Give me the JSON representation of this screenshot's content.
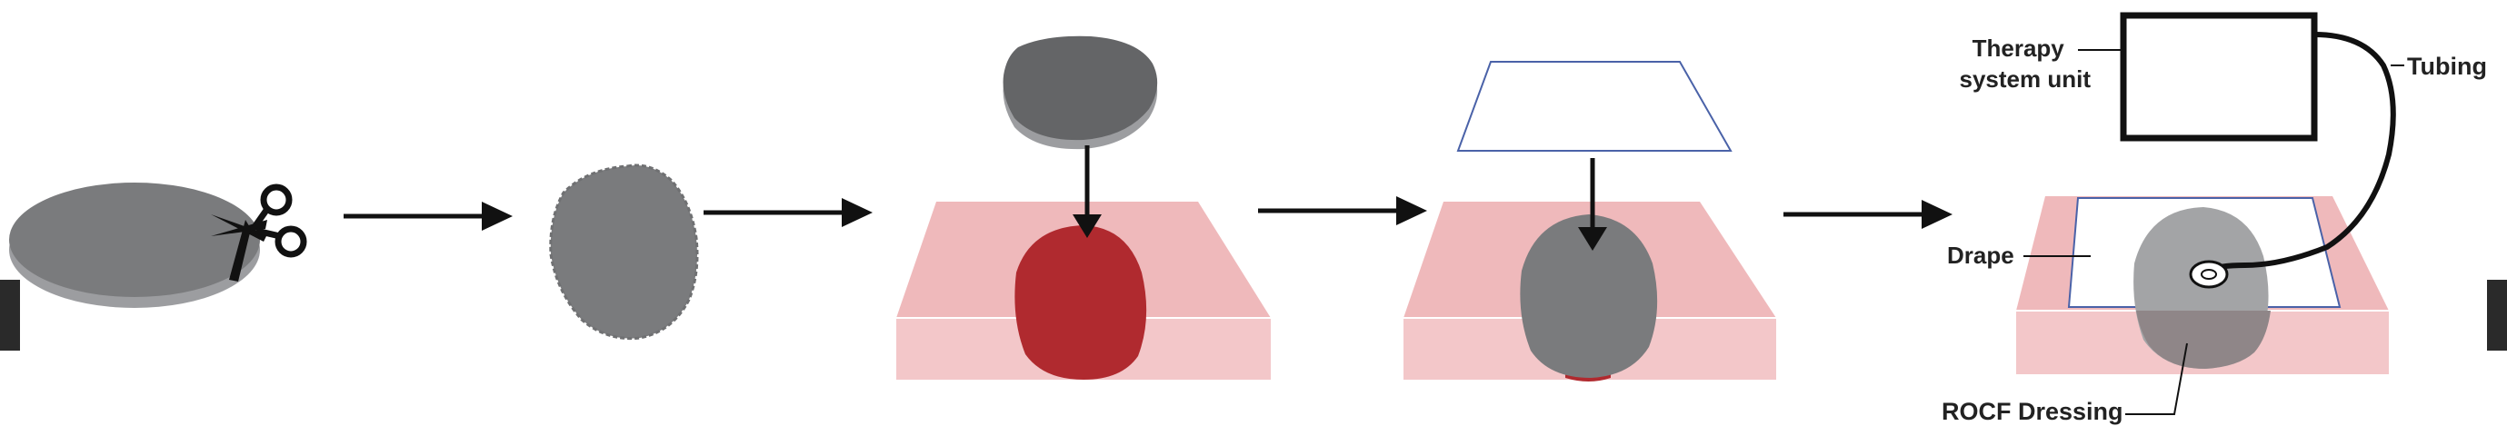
{
  "labels": {
    "therapy_unit": [
      "Therapy",
      "system unit"
    ],
    "tubing": "Tubing",
    "drape": "Drape",
    "rocf_dressing": "ROCF Dressing"
  },
  "colors": {
    "foam": "#7a7b7d",
    "foam_edge": "#9c9da0",
    "foam_dark": "#606164",
    "wound": "#b02a2f",
    "skin_top": "#efb9bb",
    "skin_side": "#f3c7c9",
    "drape_line": "#4a62a8",
    "ink": "#111111",
    "edge_tab": "#2a2a2a"
  },
  "icons": [
    "scissors-icon",
    "arrow-right-icon",
    "arrow-down-icon",
    "port-connector-icon"
  ],
  "steps": [
    "cut-foam",
    "shaped-foam",
    "place-foam-in-wound",
    "apply-drape",
    "connect-therapy-system"
  ]
}
